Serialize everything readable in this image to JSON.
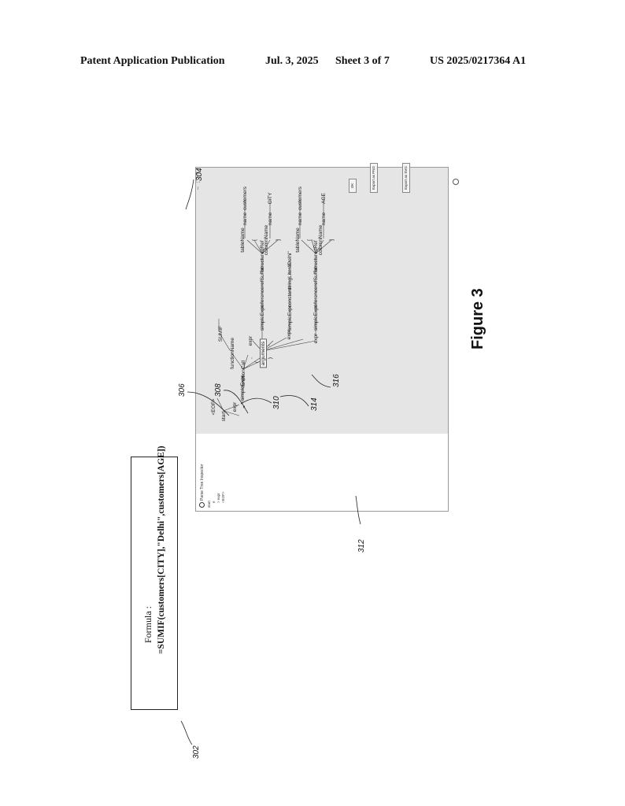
{
  "header": {
    "publication": "Patent Application Publication",
    "date": "Jul. 3, 2025",
    "sheet": "Sheet 3 of 7",
    "number": "US 2025/0217364 A1"
  },
  "formula": {
    "label": "Formula :",
    "text": "=SUMIF(customers[CITY],\"Delhi\",customers[AGE])"
  },
  "window": {
    "title": "Parse Tree Inspector",
    "tree_items": [
      "start",
      "e",
      "expr",
      "<EOF>"
    ],
    "buttons": {
      "ok": "OK",
      "export_png": "Export as PNG",
      "export_svg": "Export as SVG"
    },
    "controls": {
      "minimize": "–",
      "maximize": "□",
      "close": "×"
    }
  },
  "tree_nodes": {
    "start": "start",
    "eq": "=",
    "expr_top": "expr",
    "eof": "<EOF>",
    "simpleExpr_top": "simpleExpr",
    "functionCall": "functionCall",
    "functionName": "functionName",
    "sumif": "SUMIF",
    "lparen": "(",
    "arguments": "arguments",
    "rparen": ")",
    "a1_expr": "expr",
    "a1_simpleExpr": "simpleExpr",
    "a1_reference": "reference",
    "a1_refSuffix": "refSuffix",
    "a1_structuredRef": "structuredRef",
    "a1_tableName": "tableName",
    "a1_lbracket": "[",
    "a1_columnName": "columnName",
    "a1_rbracket": "]",
    "a1_name_t": "name",
    "a1_name_c": "name",
    "a1_table": "customers",
    "a1_col": "CITY",
    "c1": ",",
    "c2": ",",
    "a2_expr": "expr",
    "a2_simpleExpr": "simpleExpr",
    "a2_constant": "constant",
    "a2_stringLiteral": "stringLiteral",
    "a2_delhi": "\"Delhi\"",
    "a3_expr": "expr",
    "a3_simpleExpr": "simpleExpr",
    "a3_reference": "reference",
    "a3_refSuffix": "refSuffix",
    "a3_structuredRef": "structuredRef",
    "a3_tableName": "tableName",
    "a3_lbracket": "[",
    "a3_columnName": "columnName",
    "a3_rbracket": "]",
    "a3_name_t": "name",
    "a3_name_c": "name",
    "a3_table": "customers",
    "a3_col": "AGE"
  },
  "reference_numerals": {
    "r302": "302",
    "r304": "304",
    "r306": "306",
    "r308": "308",
    "r310": "310",
    "r312": "312",
    "r314": "314",
    "r316": "316"
  },
  "caption": "Figure 3"
}
